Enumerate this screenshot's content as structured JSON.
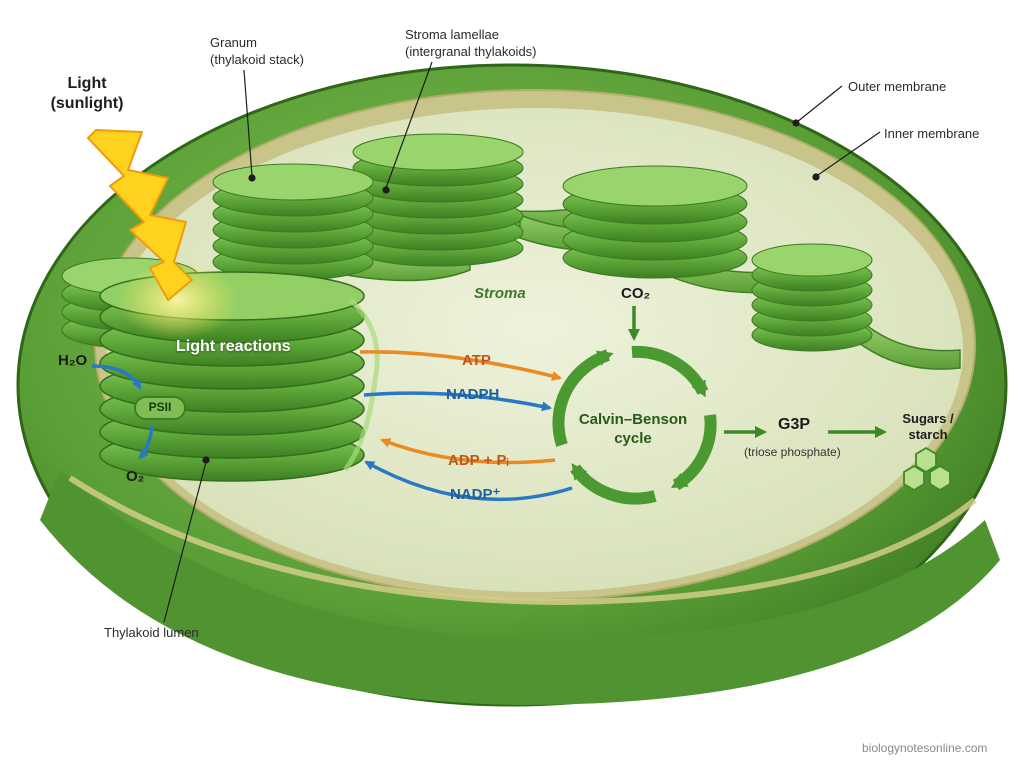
{
  "labels": {
    "light": "Light",
    "light_sub": "(sunlight)",
    "granum": "Granum",
    "granum_sub": "(thylakoid stack)",
    "stroma_lamellae": "Stroma lamellae",
    "stroma_lamellae_sub": "(intergranal thylakoids)",
    "outer_membrane": "Outer membrane",
    "inner_membrane": "Inner membrane",
    "stroma": "Stroma",
    "light_reactions": "Light reactions",
    "psii": "PSII",
    "thylakoid_lumen": "Thylakoid lumen",
    "h2o": "H₂O",
    "o2": "O₂",
    "co2": "CO₂",
    "atp": "ATP",
    "nadph": "NADPH",
    "adp_pi": "ADP + Pᵢ",
    "nadp_plus": "NADP⁺",
    "calvin_line1": "Calvin–Benson",
    "calvin_line2": "cycle",
    "g3p": "G3P",
    "g3p_sub": "(triose phosphate)",
    "sugars_line1": "Sugars /",
    "sugars_line2": "starch",
    "credit": "biologynotesonline.com"
  },
  "colors": {
    "outer_green": "#5a9e36",
    "stroma_fill": "#e6ecd0",
    "thylakoid_green": "#6cb244",
    "atp_orange": "#e98a22",
    "nadph_blue": "#2a78c4",
    "cycle_green": "#4b9a31",
    "light_yellow": "#ffd21f"
  },
  "icons": [
    "lightning-bolt-icon",
    "hexagon-molecule-icon"
  ]
}
